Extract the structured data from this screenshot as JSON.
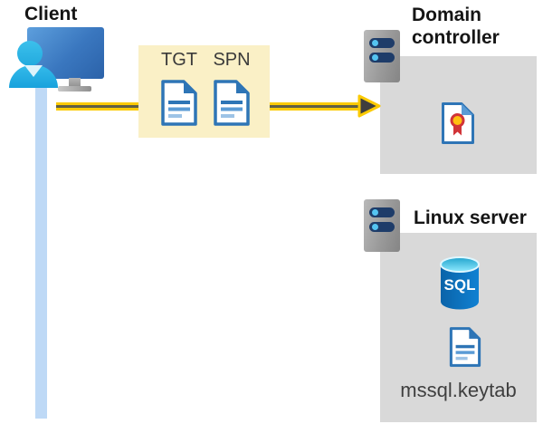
{
  "client": {
    "label": "Client"
  },
  "tickets": {
    "tgt_label": "TGT",
    "spn_label": "SPN"
  },
  "domain_controller": {
    "label": "Domain controller"
  },
  "linux_server": {
    "label": "Linux server",
    "sql_badge": "SQL",
    "keytab_label": "mssql.keytab"
  },
  "colors": {
    "arrow_yellow": "#fbca03",
    "arrow_head_dark": "#3e3e3e",
    "ticket_box_bg": "#faf0c6",
    "server_box_bg": "#d9d9d9",
    "doc_border_blue": "#2e75b6",
    "client_trail_blue": "#bed9f6",
    "person_cyan": "#2fb5e8",
    "monitor_blue": "#3a77bf",
    "sql_body_blue": "#0a66ac",
    "sql_top_cyan": "#50e6ff",
    "cert_ribbon_red": "#d13438",
    "cert_ribbon_yellow": "#ffc011"
  }
}
